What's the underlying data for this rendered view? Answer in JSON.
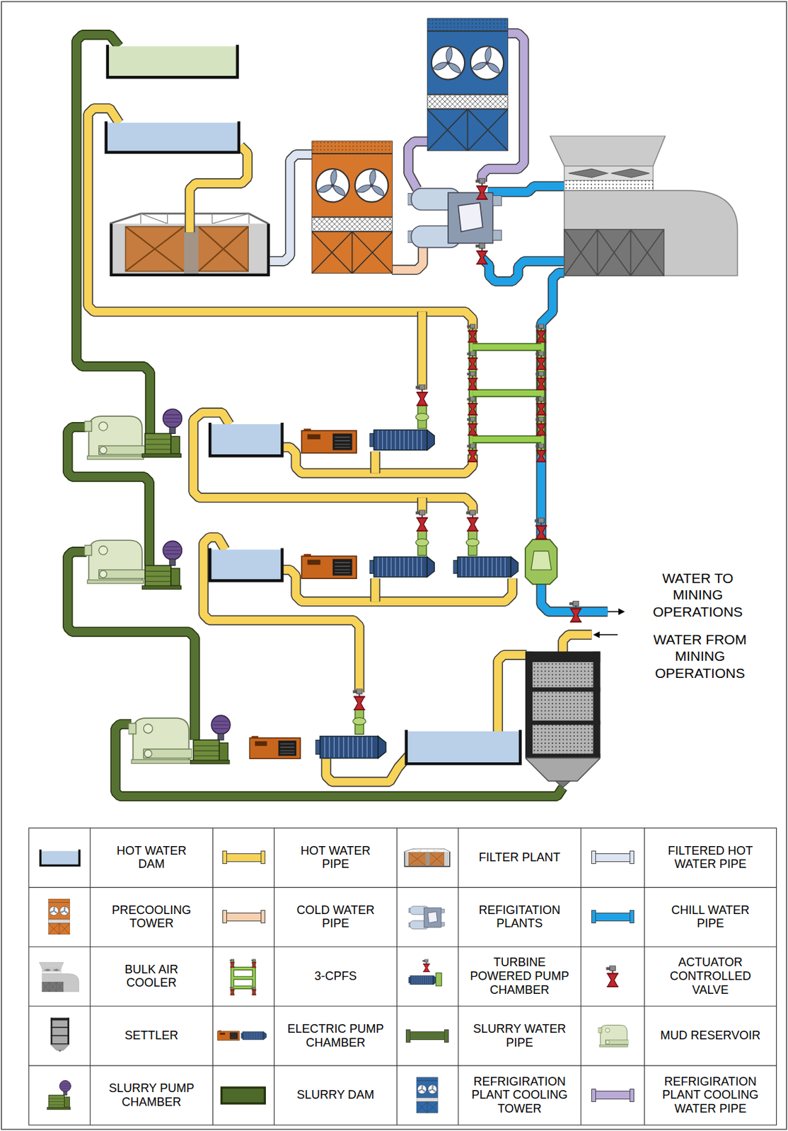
{
  "diagram": {
    "labels": [
      "WATER TO MINING OPERATIONS",
      "WATER FROM MINING OPERATIONS"
    ],
    "legend": [
      {
        "text": "HOT WATER DAM"
      },
      {
        "text": "HOT WATER PIPE",
        "color": "#f8d35a"
      },
      {
        "text": "FILTER PLANT"
      },
      {
        "text": "FILTERED HOT WATER PIPE",
        "color": "#dde4f2"
      },
      {
        "text": "PRECOOLING TOWER"
      },
      {
        "text": "COLD WATER PIPE",
        "color": "#f8d0b0"
      },
      {
        "text": "REFIGITATION PLANTS"
      },
      {
        "text": "CHILL WATER PIPE",
        "color": "#1fa1e6"
      },
      {
        "text": "BULK AIR COOLER"
      },
      {
        "text": "3-CPFS"
      },
      {
        "text": "TURBINE POWERED PUMP CHAMBER"
      },
      {
        "text": "ACTUATOR CONTROLLED VALVE"
      },
      {
        "text": "SETTLER"
      },
      {
        "text": "ELECTRIC PUMP CHAMBER"
      },
      {
        "text": "SLURRY WATER PIPE",
        "color": "#567232"
      },
      {
        "text": "MUD RESERVOIR"
      },
      {
        "text": "SLURRY PUMP CHAMBER"
      },
      {
        "text": "SLURRY DAM"
      },
      {
        "text": "REFRIGIRATION PLANT COOLING TOWER"
      },
      {
        "text": "REFRIGIRATION PLANT COOLING WATER PIPE",
        "color": "#b9aad8"
      }
    ]
  }
}
